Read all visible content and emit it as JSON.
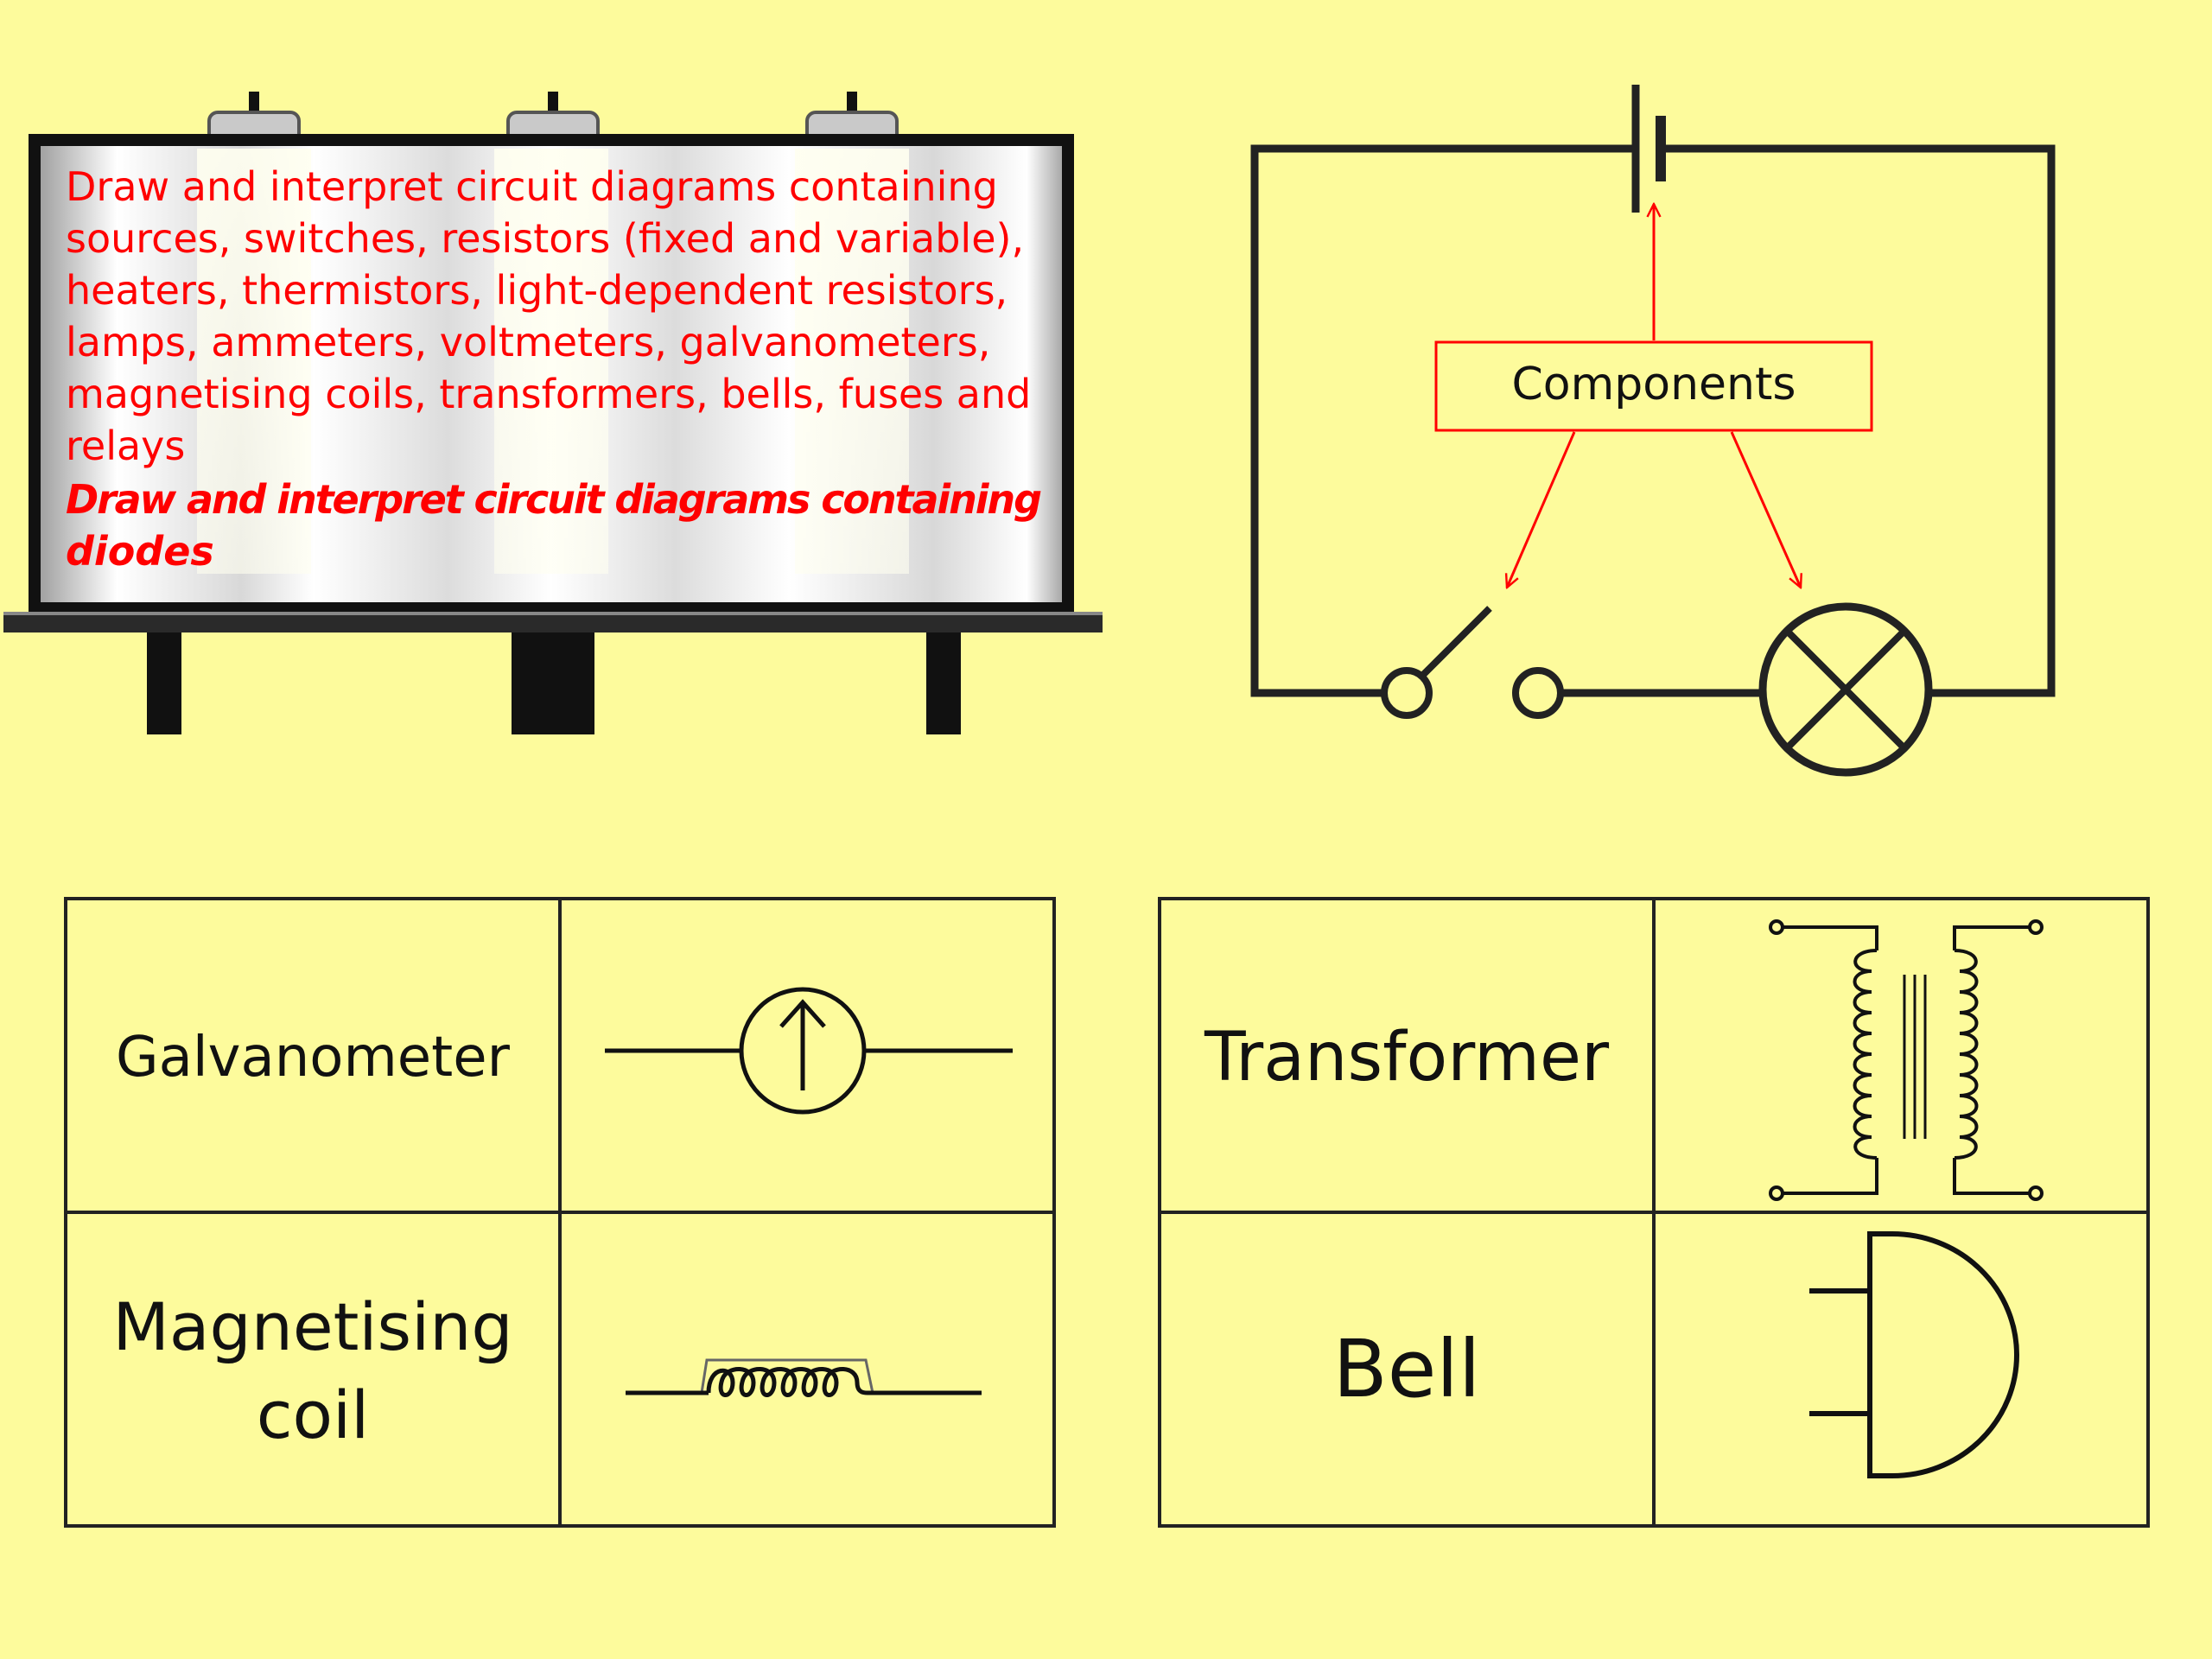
{
  "billboard": {
    "lines": [
      "Draw and interpret circuit diagrams containing",
      "sources, switches, resistors (fixed and variable),",
      "heaters, thermistors, light-dependent resistors,",
      "lamps, ammeters, voltmeters, galvanometers,",
      "magnetising coils, transformers, bells, fuses and",
      "relays"
    ],
    "bold_lines": [
      "Draw and interpret circuit diagrams containing",
      "diodes"
    ],
    "text_color": "#ff0000"
  },
  "circuit": {
    "label": "Components",
    "arrow_color": "#ff0000",
    "components": [
      "cell-icon",
      "switch-icon",
      "lamp-icon"
    ]
  },
  "table_left": {
    "rows": [
      {
        "name": "Galvanometer",
        "symbol": "galvanometer-icon"
      },
      {
        "name_line1": "Magnetising",
        "name_line2": "coil",
        "symbol": "magnetising-coil-icon"
      }
    ]
  },
  "table_right": {
    "rows": [
      {
        "name": "Transformer",
        "symbol": "transformer-icon"
      },
      {
        "name": "Bell",
        "symbol": "bell-icon"
      }
    ]
  },
  "colors": {
    "background": "#fdfb9c",
    "line": "#111111"
  }
}
